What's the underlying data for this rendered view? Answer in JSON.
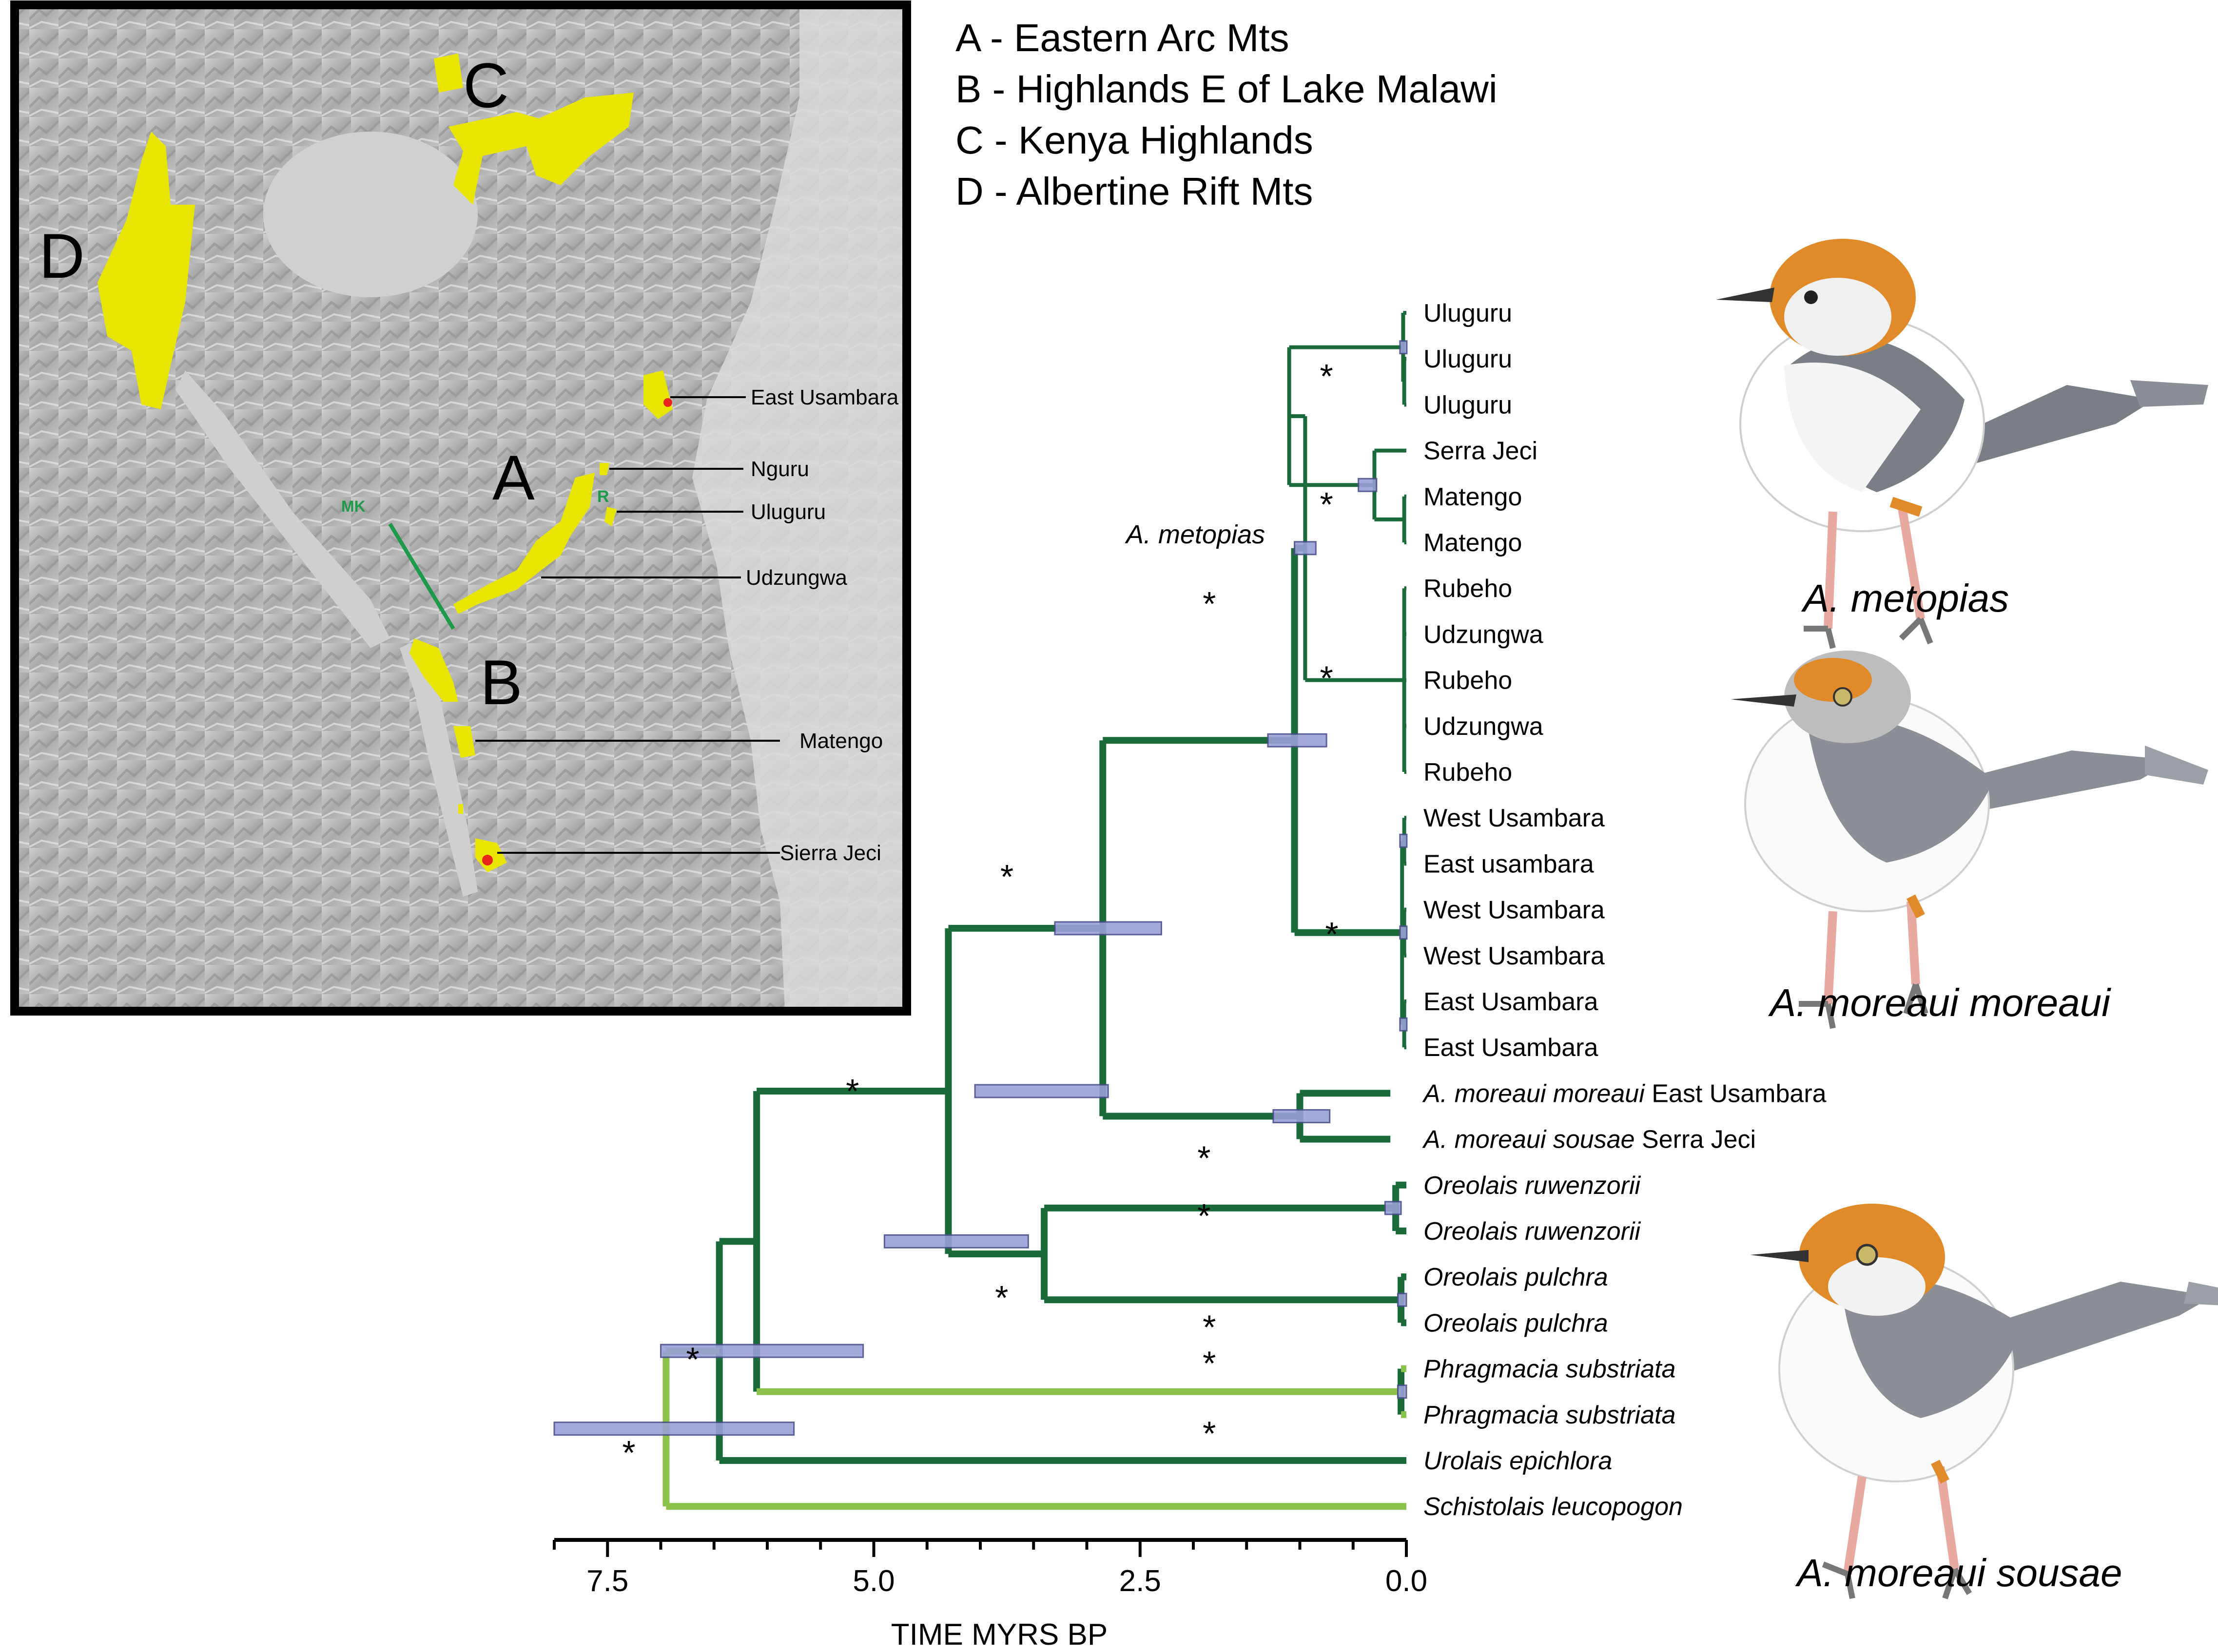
{
  "legend": {
    "a": "A - Eastern Arc Mts",
    "b": "B - Highlands E of Lake Malawi",
    "c": "C - Kenya Highlands",
    "d": "D - Albertine Rift Mts"
  },
  "map": {
    "region_letters": {
      "a": "A",
      "b": "B",
      "c": "C",
      "d": "D"
    },
    "locality_labels": {
      "east_usambara": "East Usambara",
      "nguru": "Nguru",
      "uluguru": "Uluguru",
      "udzungwa": "Udzungwa",
      "matengo": "Matengo",
      "sierra_jeci": "Sierra Jeci"
    },
    "mk_label": "MK",
    "r_label": "R",
    "colors": {
      "highland": "#e8e600",
      "population": "#e8241c",
      "mk_line": "#1f9a4a",
      "relief": "#bdbdbd"
    }
  },
  "tree": {
    "clade_label": "A. metopias",
    "support_mark": "*",
    "tips": [
      {
        "name": "Uluguru",
        "italic_part": "",
        "style": "normal"
      },
      {
        "name": "Uluguru",
        "italic_part": "",
        "style": "normal"
      },
      {
        "name": "Uluguru",
        "italic_part": "",
        "style": "normal"
      },
      {
        "name": "Serra Jeci",
        "italic_part": "",
        "style": "normal"
      },
      {
        "name": "Matengo",
        "italic_part": "",
        "style": "normal"
      },
      {
        "name": "Matengo",
        "italic_part": "",
        "style": "normal"
      },
      {
        "name": "Rubeho",
        "italic_part": "",
        "style": "normal"
      },
      {
        "name": "Udzungwa",
        "italic_part": "",
        "style": "normal"
      },
      {
        "name": "Rubeho",
        "italic_part": "",
        "style": "normal"
      },
      {
        "name": "Udzungwa",
        "italic_part": "",
        "style": "normal"
      },
      {
        "name": "Rubeho",
        "italic_part": "",
        "style": "normal"
      },
      {
        "name": "West Usambara",
        "italic_part": "",
        "style": "normal"
      },
      {
        "name": "East usambara",
        "italic_part": "",
        "style": "normal"
      },
      {
        "name": "West Usambara",
        "italic_part": "",
        "style": "normal"
      },
      {
        "name": "West Usambara",
        "italic_part": "",
        "style": "normal"
      },
      {
        "name": "East Usambara",
        "italic_part": "",
        "style": "normal"
      },
      {
        "name": "East Usambara",
        "italic_part": "",
        "style": "normal"
      },
      {
        "name": " East Usambara",
        "italic_part": "A. moreaui moreaui",
        "style": "mixed"
      },
      {
        "name": " Serra Jeci",
        "italic_part": "A. moreaui sousae",
        "style": "mixed"
      },
      {
        "name": "",
        "italic_part": "Oreolais ruwenzorii",
        "style": "italic"
      },
      {
        "name": "",
        "italic_part": "Oreolais ruwenzorii",
        "style": "italic"
      },
      {
        "name": "",
        "italic_part": "Oreolais pulchra",
        "style": "italic"
      },
      {
        "name": "",
        "italic_part": "Oreolais pulchra",
        "style": "italic"
      },
      {
        "name": "",
        "italic_part": "Phragmacia substriata",
        "style": "italic"
      },
      {
        "name": "",
        "italic_part": "Phragmacia substriata",
        "style": "italic"
      },
      {
        "name": "",
        "italic_part": "Urolais epichlora",
        "style": "italic"
      },
      {
        "name": "",
        "italic_part": "Schistolais leucopogon",
        "style": "italic"
      }
    ],
    "axis": {
      "title": "TIME MYRS BP",
      "ticks": [
        {
          "value": 7.5,
          "label": "7.5"
        },
        {
          "value": 5.0,
          "label": "5.0"
        },
        {
          "value": 2.5,
          "label": "2.5"
        },
        {
          "value": 0.0,
          "label": "0.0"
        }
      ],
      "range_myr": [
        8.0,
        0.0
      ]
    },
    "colors": {
      "dark_branch": "#1b6b3a",
      "light_branch": "#8bc34a",
      "hpd_bar": "#9aa0d6",
      "hpd_outline": "#4a4f8c"
    }
  },
  "illustrations": {
    "metopias": "A. metopias",
    "moreaui_moreaui": "A. moreaui moreaui",
    "moreaui_sousae": "A. moreaui sousae"
  }
}
